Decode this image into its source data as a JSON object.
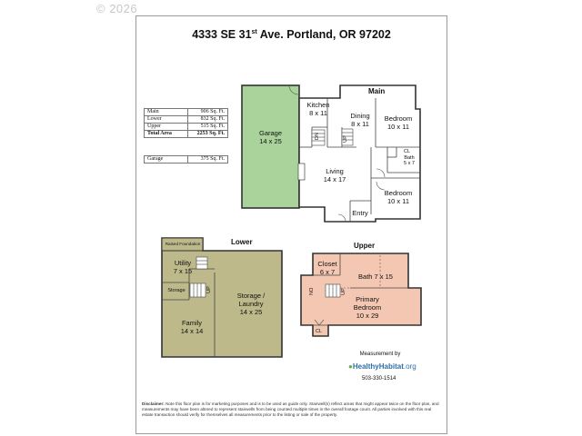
{
  "watermark": "© 2026",
  "title": {
    "address_before_sup": "4333 SE 31",
    "address_sup": "st",
    "address_after_sup": " Ave. Portland, OR 97202"
  },
  "area_table": {
    "rows": [
      {
        "label": "Main",
        "value": "906 Sq. Ft."
      },
      {
        "label": "Lower",
        "value": "832 Sq. Ft."
      },
      {
        "label": "Upper",
        "value": "515 Sq. Ft."
      },
      {
        "label": "Total Area",
        "value": "2253 Sq. Ft."
      }
    ],
    "garage": {
      "label": "Garage",
      "value": "375 Sq. Ft."
    }
  },
  "levels": {
    "main": "Main",
    "lower": "Lower",
    "upper": "Upper"
  },
  "rooms": {
    "garage": {
      "name": "Garage",
      "dims": "14 x 25"
    },
    "kitchen": {
      "name": "Kitchen",
      "dims": "8 x 11"
    },
    "dining": {
      "name": "Dining",
      "dims": "8 x 11"
    },
    "bedroom1": {
      "name": "Bedroom",
      "dims": "10 x 11"
    },
    "bedroom2": {
      "name": "Bedroom",
      "dims": "10 x 11"
    },
    "living": {
      "name": "Living",
      "dims": "14 x 17"
    },
    "bath_main": {
      "name": "Bath",
      "dims": "5 x 7"
    },
    "entry": {
      "name": "Entry"
    },
    "raised_foundation": {
      "name": "Raised Foundation"
    },
    "utility": {
      "name": "Utility",
      "dims": "7 x 15"
    },
    "storage_small": {
      "name": "Storage"
    },
    "storage_laundry": {
      "line1": "Storage /",
      "line2": "Laundry",
      "dims": "14 x 25"
    },
    "family": {
      "name": "Family",
      "dims": "14 x 14"
    },
    "closet": {
      "name": "Closet",
      "dims": "6 x 7"
    },
    "bath_upper": {
      "name": "Bath 7 x 15"
    },
    "primary_bedroom": {
      "line1": "Primary",
      "line2": "Bedroom",
      "dims": "10 x 29"
    }
  },
  "markers": {
    "up": "UP",
    "dn": "DN",
    "cl": "CL"
  },
  "measurement": {
    "by": "Measurement by",
    "logo_1": "Healthy",
    "logo_2": "Habitat",
    "logo_3": ".org",
    "phone": "503-330-1514"
  },
  "disclaimer": {
    "label": "Disclaimer:",
    "text": "Note this floor plan is for marketing purposes and is to be used as guide only. Stairwell(s) reflect areas that might appear twice on the floor plan, and measurements may have been altered to represent stairwells from being counted multiple times in the overall footage count. All parties involved with this real estate transaction should verify for themselves all measurements prior to the listing or sale of the property."
  },
  "colors": {
    "garage_fill": "#a9d39a",
    "lower_fill": "#bdb98a",
    "upper_fill": "#f3c7b2",
    "wall": "#333333"
  }
}
